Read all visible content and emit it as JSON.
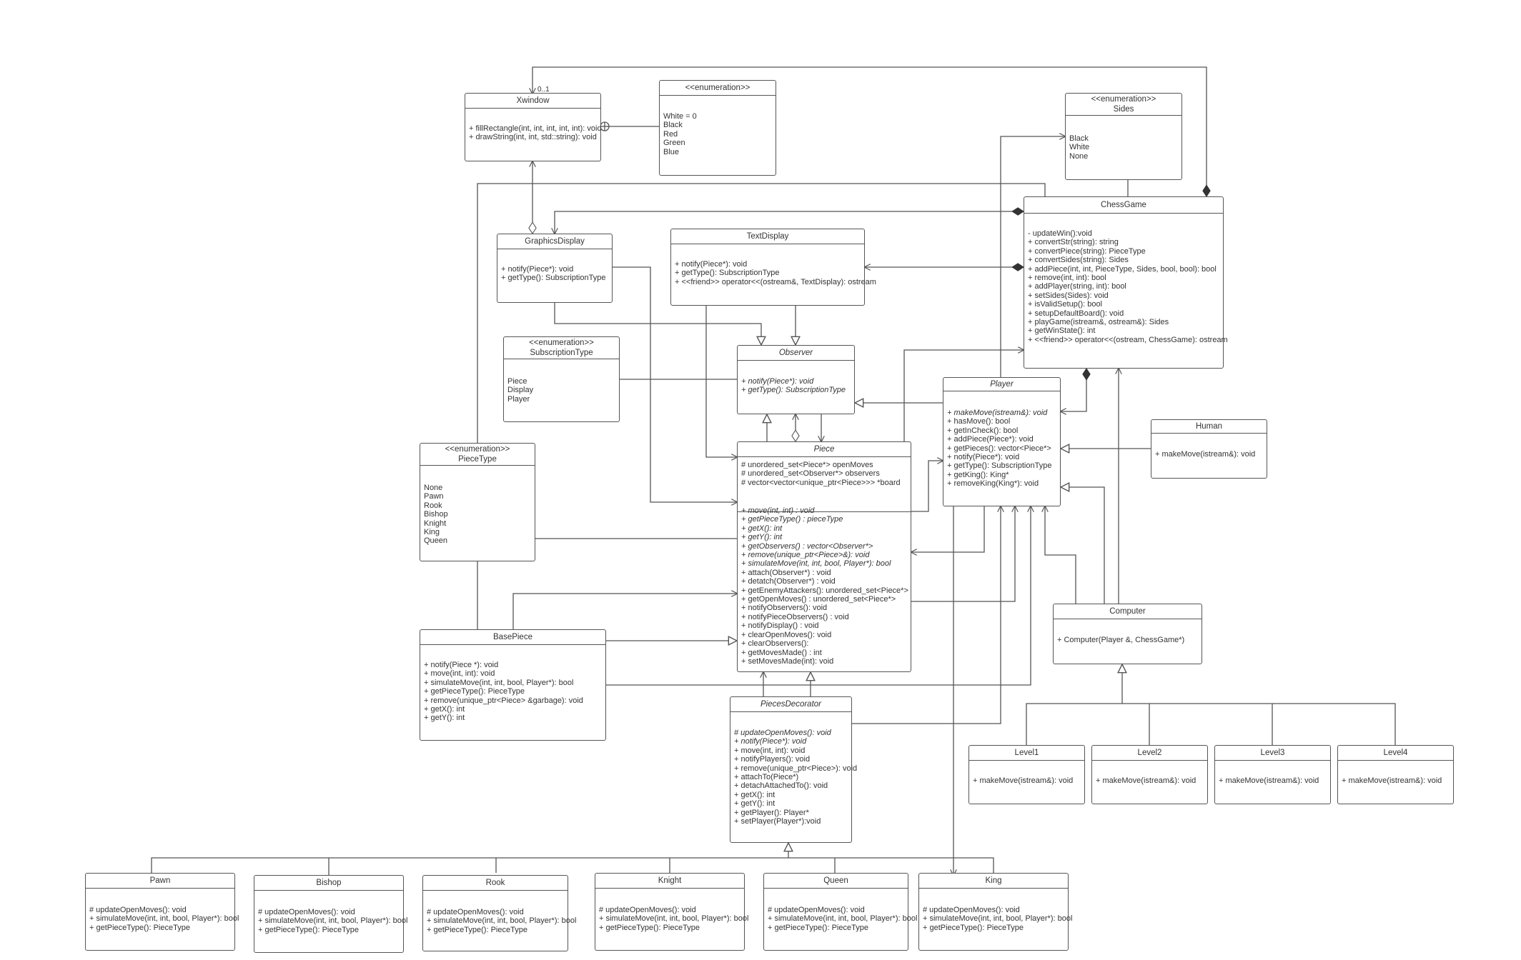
{
  "colors": {
    "line": "#555555",
    "text": "#333333",
    "background": "#ffffff"
  },
  "classes": {
    "xwindow": {
      "stereotype": "",
      "name": "Xwindow",
      "multiplicity": "0..1",
      "members": [
        "+ fillRectangle(int, int, int, int, int): void",
        "+ drawString(int, int, std::string): void"
      ]
    },
    "color_enum": {
      "stereotype": "<<enumeration>>",
      "name": "",
      "members": [
        "White = 0",
        "Black",
        "Red",
        "Green",
        "Blue"
      ]
    },
    "sides": {
      "stereotype": "<<enumeration>>",
      "name": "Sides",
      "members": [
        "Black",
        "White",
        "None"
      ]
    },
    "chessgame": {
      "stereotype": "",
      "name": "ChessGame",
      "members": [
        "- updateWin():void",
        "+ convertStr(string): string",
        "+ convertPiece(string): PieceType",
        "+ convertSides(string): Sides",
        "+ addPiece(int, int, PieceType, Sides, bool, bool): bool",
        "+ remove(int, int): bool",
        "+ addPlayer(string, int): bool",
        "+ setSides(Sides): void",
        "+ isValidSetup(): bool",
        "+ setupDefaultBoard(): void",
        "+ playGame(istream&, ostream&): Sides",
        "+ getWinState(): int",
        "+ <<friend>> operator<<(ostream, ChessGame): ostream"
      ]
    },
    "graphicsdisplay": {
      "stereotype": "",
      "name": "GraphicsDisplay",
      "members": [
        "+ notify(Piece*): void",
        "+ getType(): SubscriptionType"
      ]
    },
    "textdisplay": {
      "stereotype": "",
      "name": "TextDisplay",
      "members": [
        "+ notify(Piece*): void",
        "+ getType(): SubscriptionType",
        "+ <<friend>> operator<<(ostream&, TextDisplay): ostream"
      ]
    },
    "subscriptiontype": {
      "stereotype": "<<enumeration>>",
      "name": "SubscriptionType",
      "members": [
        "Piece",
        "Display",
        "Player"
      ]
    },
    "observer": {
      "stereotype": "",
      "name": "Observer",
      "members": [
        "+ notify(Piece*): void",
        "+ getType(): SubscriptionType"
      ]
    },
    "player": {
      "stereotype": "",
      "name": "Player",
      "members": [
        "+ makeMove(istream&): void",
        "+ hasMove(): bool",
        "+ getInCheck(): bool",
        "+ addPiece(Piece*): void",
        "+ getPieces(): vector<Piece*>",
        "+ notify(Piece*): void",
        "+ getType(): SubscriptionType",
        "+ getKing(): King*",
        "+ removeKing(King*): void"
      ]
    },
    "human": {
      "stereotype": "",
      "name": "Human",
      "members": [
        "+ makeMove(istream&): void"
      ]
    },
    "piecetype": {
      "stereotype": "<<enumeration>>",
      "name": "PieceType",
      "members": [
        "None",
        "Pawn",
        "Rook",
        "Bishop",
        "Knight",
        "King",
        "Queen"
      ]
    },
    "piece": {
      "stereotype": "",
      "name": "Piece",
      "attributes": [
        "# unordered_set<Piece*> openMoves",
        "# unordered_set<Observer*> observers",
        "# vector<vector<unique_ptr<Piece>>> *board"
      ],
      "members": [
        "+ move(int, int) : void",
        "+ getPieceType() : pieceType",
        "+ getX(): int",
        "+ getY(): int",
        "+ getObservers() : vector<Observer*>",
        "+ remove(unique_ptr<Piece>&): void",
        "+ simulateMove(int, int, bool, Player*): bool",
        "+ attach(Observer*) : void",
        "+ detatch(Observer*) : void",
        "+ getEnemyAttackers(): unordered_set<Piece*>",
        "+ getOpenMoves() : unordered_set<Piece*>",
        "+ notifyObservers(): void",
        "+ notifyPieceObservers() : void",
        "+ notifyDisplay() : void",
        "+ clearOpenMoves(): void",
        "+ clearObservers():",
        "+ getMovesMade() : int",
        "+ setMovesMade(int): void"
      ]
    },
    "computer": {
      "stereotype": "",
      "name": "Computer",
      "members": [
        "+ Computer(Player &, ChessGame*)"
      ]
    },
    "basepiece": {
      "stereotype": "",
      "name": "BasePiece",
      "members": [
        "+ notify(Piece *): void",
        "+ move(int, int): void",
        "+ simulateMove(int, int, bool, Player*): bool",
        "+ getPieceType(): PieceType",
        "+ remove(unique_ptr<Piece> &garbage): void",
        "+ getX(): int",
        "+ getY(): int"
      ]
    },
    "piecesdecorator": {
      "stereotype": "",
      "name": "PiecesDecorator",
      "members": [
        "# updateOpenMoves(): void",
        "+ notify(Piece*): void",
        "+ move(int, int): void",
        "+ notifyPlayers(): void",
        "+ remove(unique_ptr<Piece>): void",
        "+ attachTo(Piece*)",
        "+ detachAttachedTo(): void",
        "+ getX(): int",
        "+ getY(): int",
        "+ getPlayer(): Player*",
        "+ setPlayer(Player*):void"
      ]
    },
    "level1": {
      "stereotype": "",
      "name": "Level1",
      "members": [
        "+ makeMove(istream&): void"
      ]
    },
    "level2": {
      "stereotype": "",
      "name": "Level2",
      "members": [
        "+ makeMove(istream&): void"
      ]
    },
    "level3": {
      "stereotype": "",
      "name": "Level3",
      "members": [
        "+ makeMove(istream&): void"
      ]
    },
    "level4": {
      "stereotype": "",
      "name": "Level4",
      "members": [
        "+ makeMove(istream&): void"
      ]
    },
    "pawn": {
      "stereotype": "",
      "name": "Pawn",
      "members": [
        "# updateOpenMoves(): void",
        "+ simulateMove(int, int, bool, Player*): bool",
        "+ getPieceType(): PieceType"
      ]
    },
    "bishop": {
      "stereotype": "",
      "name": "Bishop",
      "members": [
        "# updateOpenMoves(): void",
        "+ simulateMove(int, int, bool, Player*): bool",
        "+ getPieceType(): PieceType"
      ]
    },
    "rook": {
      "stereotype": "",
      "name": "Rook",
      "members": [
        "# updateOpenMoves(): void",
        "+ simulateMove(int, int, bool, Player*): bool",
        "+ getPieceType(): PieceType"
      ]
    },
    "knight": {
      "stereotype": "",
      "name": "Knight",
      "members": [
        "# updateOpenMoves(): void",
        "+ simulateMove(int, int, bool, Player*): bool",
        "+ getPieceType(): PieceType"
      ]
    },
    "queen": {
      "stereotype": "",
      "name": "Queen",
      "members": [
        "# updateOpenMoves(): void",
        "+ simulateMove(int, int, bool, Player*): bool",
        "+ getPieceType(): PieceType"
      ]
    },
    "king": {
      "stereotype": "",
      "name": "King",
      "members": [
        "# updateOpenMoves(): void",
        "+ simulateMove(int, int, bool, Player*): bool",
        "+ getPieceType(): PieceType"
      ]
    }
  }
}
